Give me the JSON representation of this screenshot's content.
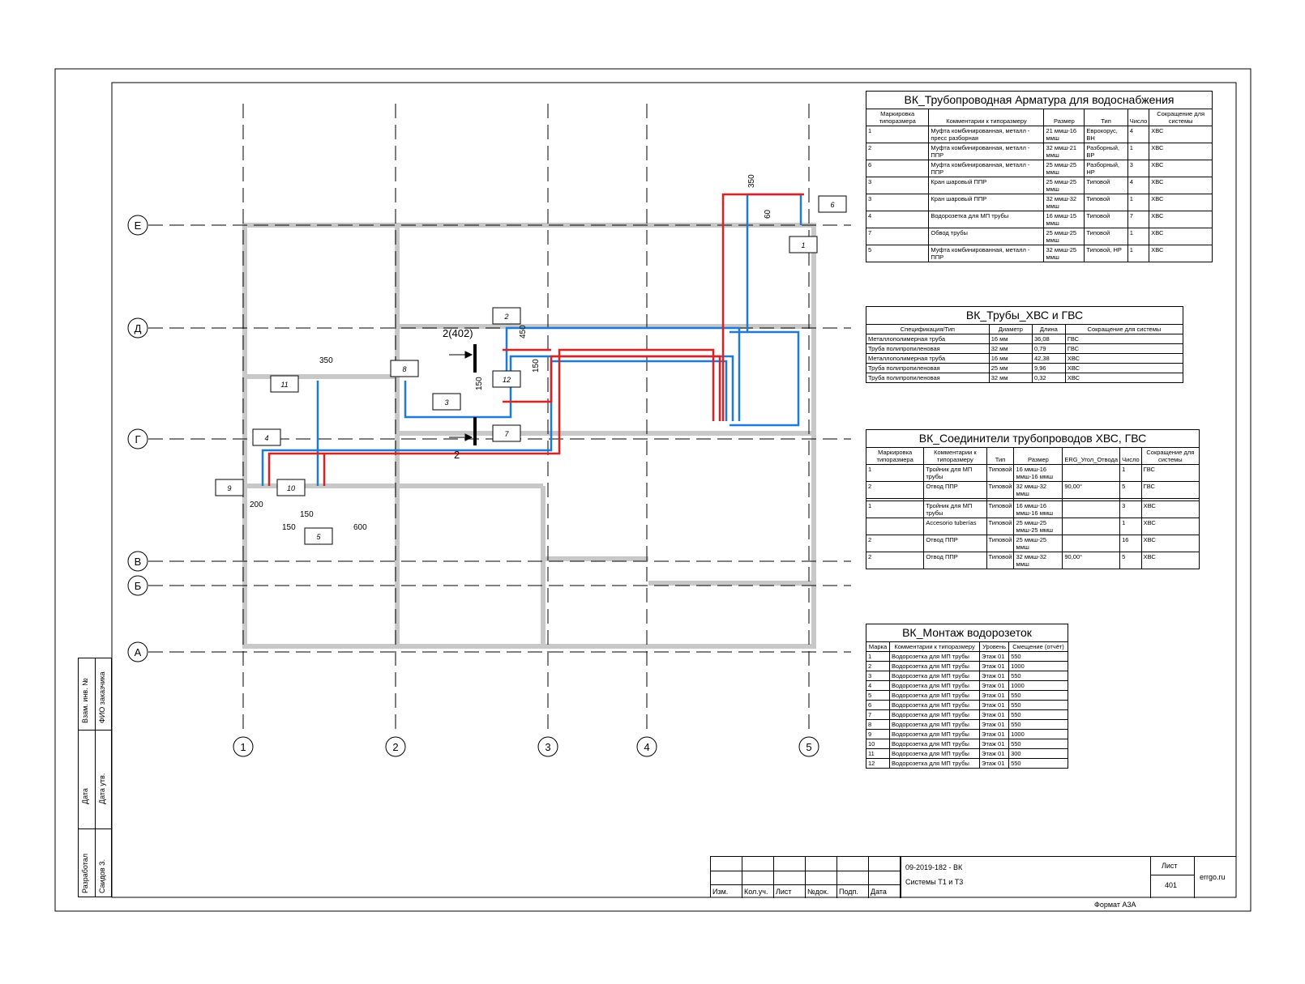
{
  "grid_columns": [
    "1",
    "2",
    "3",
    "4",
    "5"
  ],
  "grid_rows": [
    "Е",
    "Д",
    "Г",
    "В",
    "Б",
    "А"
  ],
  "dimensions": [
    "350",
    "60",
    "450",
    "150",
    "350",
    "150",
    "200",
    "150",
    "150",
    "600"
  ],
  "tags": [
    "1",
    "2",
    "3",
    "4",
    "5",
    "6",
    "7",
    "8",
    "9",
    "10",
    "11",
    "12"
  ],
  "section_labels": {
    "top": "2(402)",
    "bottom": "2"
  },
  "pipe_colors": {
    "cold": "#1f7ad6",
    "hot": "#e02020"
  },
  "tables": {
    "armatura": {
      "title": "ВК_Трубопроводная Арматура для водоснабжения",
      "headers": [
        "Маркировка типоразмера",
        "Комментарии к типоразмеру",
        "Размер",
        "Тип",
        "Число",
        "Сокращение для системы"
      ],
      "rows": [
        [
          "1",
          "Муфта комбинированная, металл - пресс разборная",
          "21 ммш-16 ммш",
          "Еврокорус, ВН",
          "4",
          "ХВС"
        ],
        [
          "2",
          "Муфта комбинированная, металл - ППР",
          "32 ммш-21 ммш",
          "Разборный, ВР",
          "1",
          "ХВС"
        ],
        [
          "6",
          "Муфта комбинированная, металл - ППР",
          "25 ммш-25 ммш",
          "Разборный, НР",
          "3",
          "ХВС"
        ],
        [
          "3",
          "Кран шаровый ППР",
          "25 ммш-25 ммш",
          "Типовой",
          "4",
          "ХВС"
        ],
        [
          "3",
          "Кран шаровый ППР",
          "32 ммш-32 ммш",
          "Типовой",
          "1",
          "ХВС"
        ],
        [
          "4",
          "Водорозетка для МП трубы",
          "16 ммш-15 ммш",
          "Типовой",
          "7",
          "ХВС"
        ],
        [
          "7",
          "Обвод трубы",
          "25 ммш-25 ммш",
          "Типовой",
          "1",
          "ХВС"
        ],
        [
          "5",
          "Муфта комбинированная, металл - ППР",
          "32 ммш-25 ммш",
          "Типовой, НР",
          "1",
          "ХВС"
        ]
      ]
    },
    "truby": {
      "title": "ВК_Трубы_ХВС и ГВС",
      "headers": [
        "Спецификация/Тип",
        "Диаметр",
        "Длина",
        "Сокращение для системы"
      ],
      "rows": [
        [
          "Металлополимерная труба",
          "16 мм",
          "36,08",
          "ГВС"
        ],
        [
          "Труба полипропиленовая",
          "32 мм",
          "0,79",
          "ГВС"
        ],
        [
          "Металлополимерная труба",
          "16 мм",
          "42,38",
          "ХВС"
        ],
        [
          "Труба полипропиленовая",
          "25 мм",
          "9,96",
          "ХВС"
        ],
        [
          "Труба полипропиленовая",
          "32 мм",
          "0,32",
          "ХВС"
        ]
      ]
    },
    "soed": {
      "title": "ВК_Соединители трубопроводов ХВС, ГВС",
      "headers": [
        "Маркировка типоразмера",
        "Комментарии к типоразмеру",
        "Тип",
        "Размер",
        "ERG_Угол_Отвода",
        "Число",
        "Сокращение для системы"
      ],
      "rows": [
        [
          "1",
          "Тройник для МП трубы",
          "Типовой",
          "16 ммш-16 ммш-16 ммш",
          "",
          "1",
          "ГВС"
        ],
        [
          "2",
          "Отвод ППР",
          "Типовой",
          "32 ммш-32 ммш",
          "90,00°",
          "5",
          "ГВС"
        ],
        [
          "",
          "",
          "",
          "",
          "",
          "",
          ""
        ],
        [
          "1",
          "Тройник для МП трубы",
          "Типовой",
          "16 ммш-16 ммш-16 ммш",
          "",
          "3",
          "ХВС"
        ],
        [
          "",
          "Accesorio tuberías",
          "Типовой",
          "25 ммш-25 ммш-25 ммш",
          "",
          "1",
          "ХВС"
        ],
        [
          "2",
          "Отвод ППР",
          "Типовой",
          "25 ммш-25 ммш",
          "",
          "16",
          "ХВС"
        ],
        [
          "2",
          "Отвод ППР",
          "Типовой",
          "32 ммш-32 ммш",
          "90,00°",
          "5",
          "ХВС"
        ]
      ]
    },
    "vodoroz": {
      "title": "ВК_Монтаж водорозеток",
      "headers": [
        "Марка",
        "Комментарии к типоразмеру",
        "Уровень",
        "Смещение (отчёт)"
      ],
      "rows": [
        [
          "1",
          "Водорозетка для МП трубы",
          "Этаж 01",
          "550"
        ],
        [
          "2",
          "Водорозетка для МП трубы",
          "Этаж 01",
          "1000"
        ],
        [
          "3",
          "Водорозетка для МП трубы",
          "Этаж 01",
          "550"
        ],
        [
          "4",
          "Водорозетка для МП трубы",
          "Этаж 01",
          "1000"
        ],
        [
          "5",
          "Водорозетка для МП трубы",
          "Этаж 01",
          "550"
        ],
        [
          "6",
          "Водорозетка для МП трубы",
          "Этаж 01",
          "550"
        ],
        [
          "7",
          "Водорозетка для МП трубы",
          "Этаж 01",
          "550"
        ],
        [
          "8",
          "Водорозетка для МП трубы",
          "Этаж 01",
          "550"
        ],
        [
          "9",
          "Водорозетка для МП трубы",
          "Этаж 01",
          "1000"
        ],
        [
          "10",
          "Водорозетка для МП трубы",
          "Этаж 01",
          "550"
        ],
        [
          "11",
          "Водорозетка для МП трубы",
          "Этаж 01",
          "300"
        ],
        [
          "12",
          "Водорозетка для МП трубы",
          "Этаж 01",
          "550"
        ]
      ]
    }
  },
  "side_stamp": {
    "labels": [
      "Взам. инв. №",
      "ФИО заказчика",
      "Дата",
      "Дата утв.",
      "Разработал",
      "Саидов З."
    ]
  },
  "title_block": {
    "code": "09-2019-182 - ВК",
    "name": "Системы Т1 и Т3",
    "sheet_label": "Лист",
    "sheet_no": "401",
    "site": "errgo.ru",
    "cols": [
      "Изм.",
      "Кол.уч.",
      "Лист",
      "№док.",
      "Подп.",
      "Дата"
    ],
    "format": "Формат А3А"
  }
}
